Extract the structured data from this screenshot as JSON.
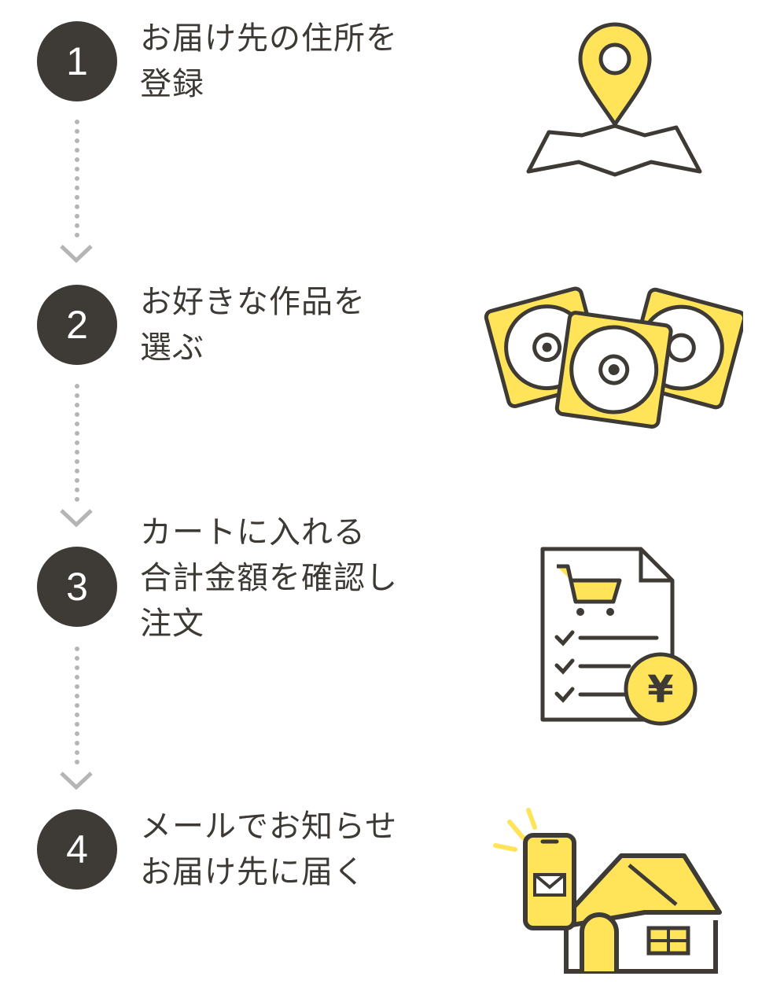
{
  "steps": [
    {
      "number": "1",
      "lines": [
        "お届け先の住所を",
        "登録"
      ],
      "icon": "map-pin-icon"
    },
    {
      "number": "2",
      "lines": [
        "お好きな作品を",
        "選ぶ"
      ],
      "icon": "discs-icon"
    },
    {
      "number": "3",
      "lines": [
        "カートに入れる",
        "合計金額を確認し",
        "注文"
      ],
      "icon": "order-document-icon"
    },
    {
      "number": "4",
      "lines": [
        "メールでお知らせ",
        "お届け先に届く"
      ],
      "icon": "phone-house-icon"
    }
  ],
  "currency_symbol": "¥",
  "colors": {
    "circle": "#3e3a35",
    "accent": "#ffe45a",
    "stroke": "#3e3a35",
    "dots": "#b5b5b5"
  }
}
